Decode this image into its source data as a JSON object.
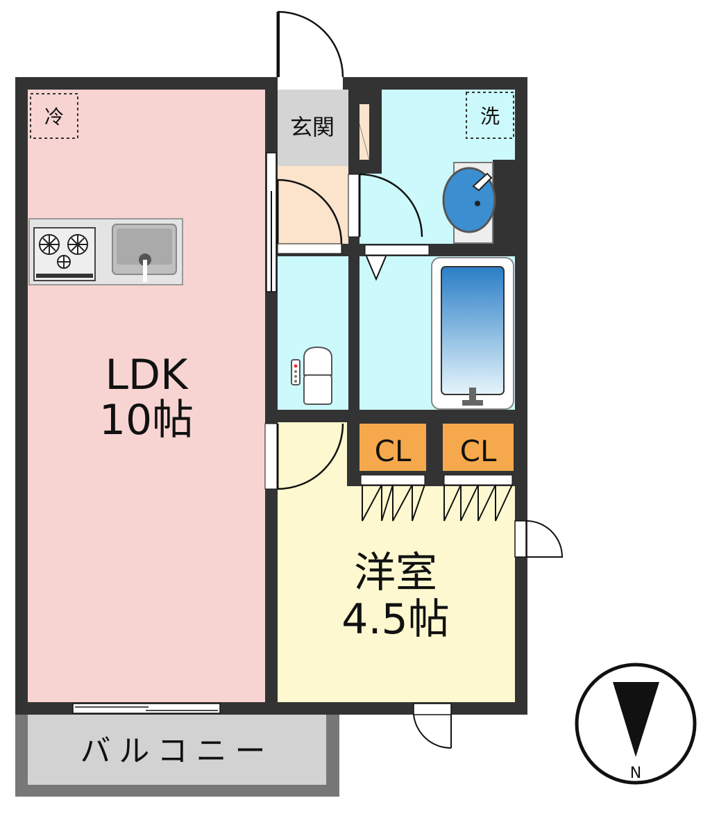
{
  "rooms": {
    "ldk": {
      "name": "LDK",
      "size": "10帖",
      "color": "#f7d4d2"
    },
    "western": {
      "name": "洋室",
      "size": "4.5帖",
      "color": "#fdf8cf"
    },
    "entrance": {
      "name": "玄関",
      "color": "#d4d4d4"
    },
    "hall": {
      "color": "#fbe3cc"
    },
    "wet": {
      "color": "#ccf9fb"
    },
    "closet": {
      "label": "CL",
      "color": "#f6a94c"
    },
    "balcony": {
      "name": "バルコニー",
      "color": "#d2d2d2"
    }
  },
  "markers": {
    "fridge": "冷",
    "washer": "洗"
  },
  "compass": {
    "label": "N"
  },
  "colors": {
    "wall": "#333333",
    "water": "#3b8fd0"
  }
}
